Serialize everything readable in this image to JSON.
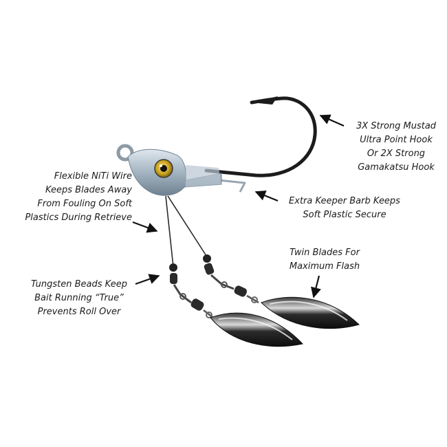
{
  "callouts": {
    "hook": [
      "3X Strong Mustad",
      "Ultra Point Hook",
      "Or 2X Strong",
      "Gamakatsu Hook"
    ],
    "keeper_barb": [
      "Extra Keeper Barb Keeps",
      "Soft Plastic Secure"
    ],
    "niti_wire": [
      "Flexible NiTi Wire",
      "Keeps Blades Away",
      "From Fouling On Soft",
      "Plastics During Retrieve"
    ],
    "twin_blades": [
      "Twin Blades For",
      "Maximum Flash"
    ],
    "tungsten_beads": [
      "Tungsten Beads Keep",
      "Bait Running “True”",
      "Prevents Roll Over"
    ]
  },
  "colors": {
    "jighead": "#a9b9c6",
    "eye": "#c9a21f",
    "hook": "#1c1c1c",
    "blade": "#2a2a2a",
    "bead": "#222222",
    "arrow": "#111111"
  }
}
